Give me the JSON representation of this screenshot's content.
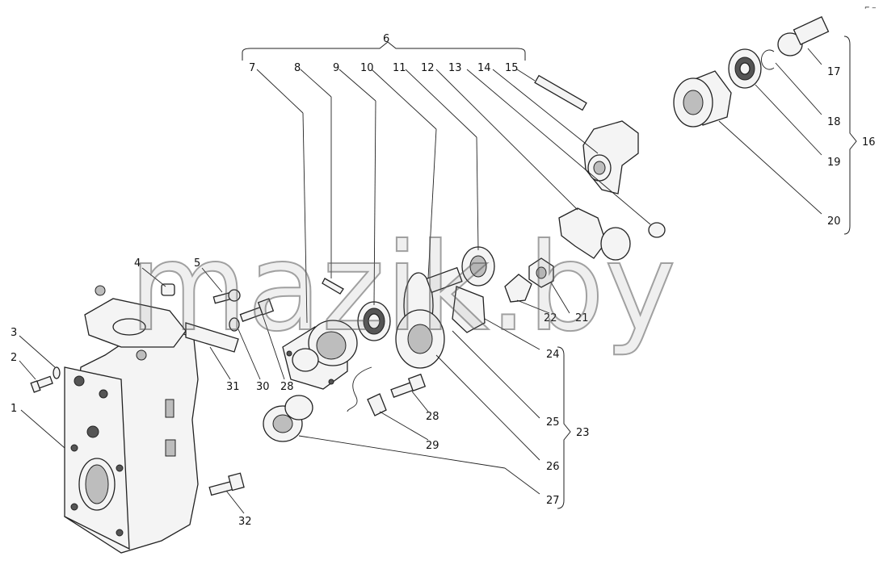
{
  "watermark": "mazik.by",
  "corner_mark": "⌐ ‒",
  "callouts": [
    "1",
    "2",
    "3",
    "4",
    "5",
    "6",
    "7",
    "8",
    "9",
    "10",
    "11",
    "12",
    "13",
    "14",
    "15",
    "16",
    "17",
    "18",
    "19",
    "20",
    "21",
    "22",
    "23",
    "24",
    "25",
    "26",
    "27",
    "28",
    "28",
    "29",
    "30",
    "31",
    "32"
  ],
  "parts": [
    "housing",
    "bolt",
    "washer",
    "dowel-pin",
    "bolt",
    "bracket-assembly",
    "flange-cover",
    "ring",
    "bearing",
    "gear-shaft",
    "gear",
    "ring",
    "nut",
    "lever",
    "pin",
    "sleeve-assembly",
    "plug",
    "retaining-ring",
    "bearing",
    "sleeve",
    "nut",
    "lock-washer",
    "gear-assembly",
    "cam",
    "gear",
    "gear",
    "bushing",
    "bolt",
    "lock-plate",
    "washer",
    "plate",
    "bolt"
  ]
}
